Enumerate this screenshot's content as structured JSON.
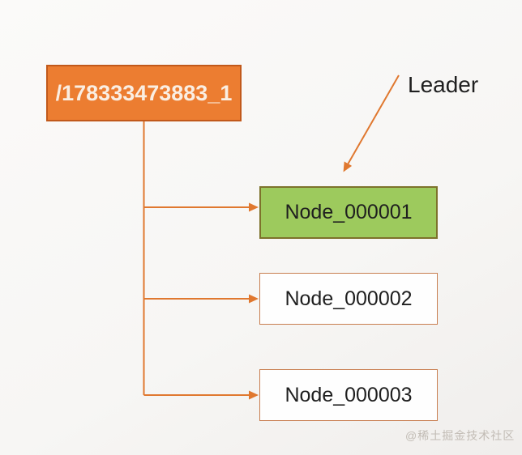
{
  "diagram": {
    "root": {
      "label": "/178333473883_1"
    },
    "annotation": {
      "label": "Leader"
    },
    "nodes": [
      {
        "label": "Node_000001",
        "role": "leader"
      },
      {
        "label": "Node_000002",
        "role": "follower"
      },
      {
        "label": "Node_000003",
        "role": "follower"
      }
    ],
    "watermark": "@稀土掘金技术社区"
  },
  "colors": {
    "background": "#f7f6f4",
    "background_light": "#fbfaf9",
    "background_dark": "#f0eeec",
    "root_fill": "#ec7d31",
    "root_border": "#c1591b",
    "root_text": "#faeee2",
    "leader_fill": "#9dca5d",
    "leader_border": "#7d722b",
    "follower_fill": "#fefefe",
    "follower_border": "#c87e50",
    "connector": "#e0782f",
    "text": "#1f1f1f",
    "watermark": "#c2bcb5"
  }
}
